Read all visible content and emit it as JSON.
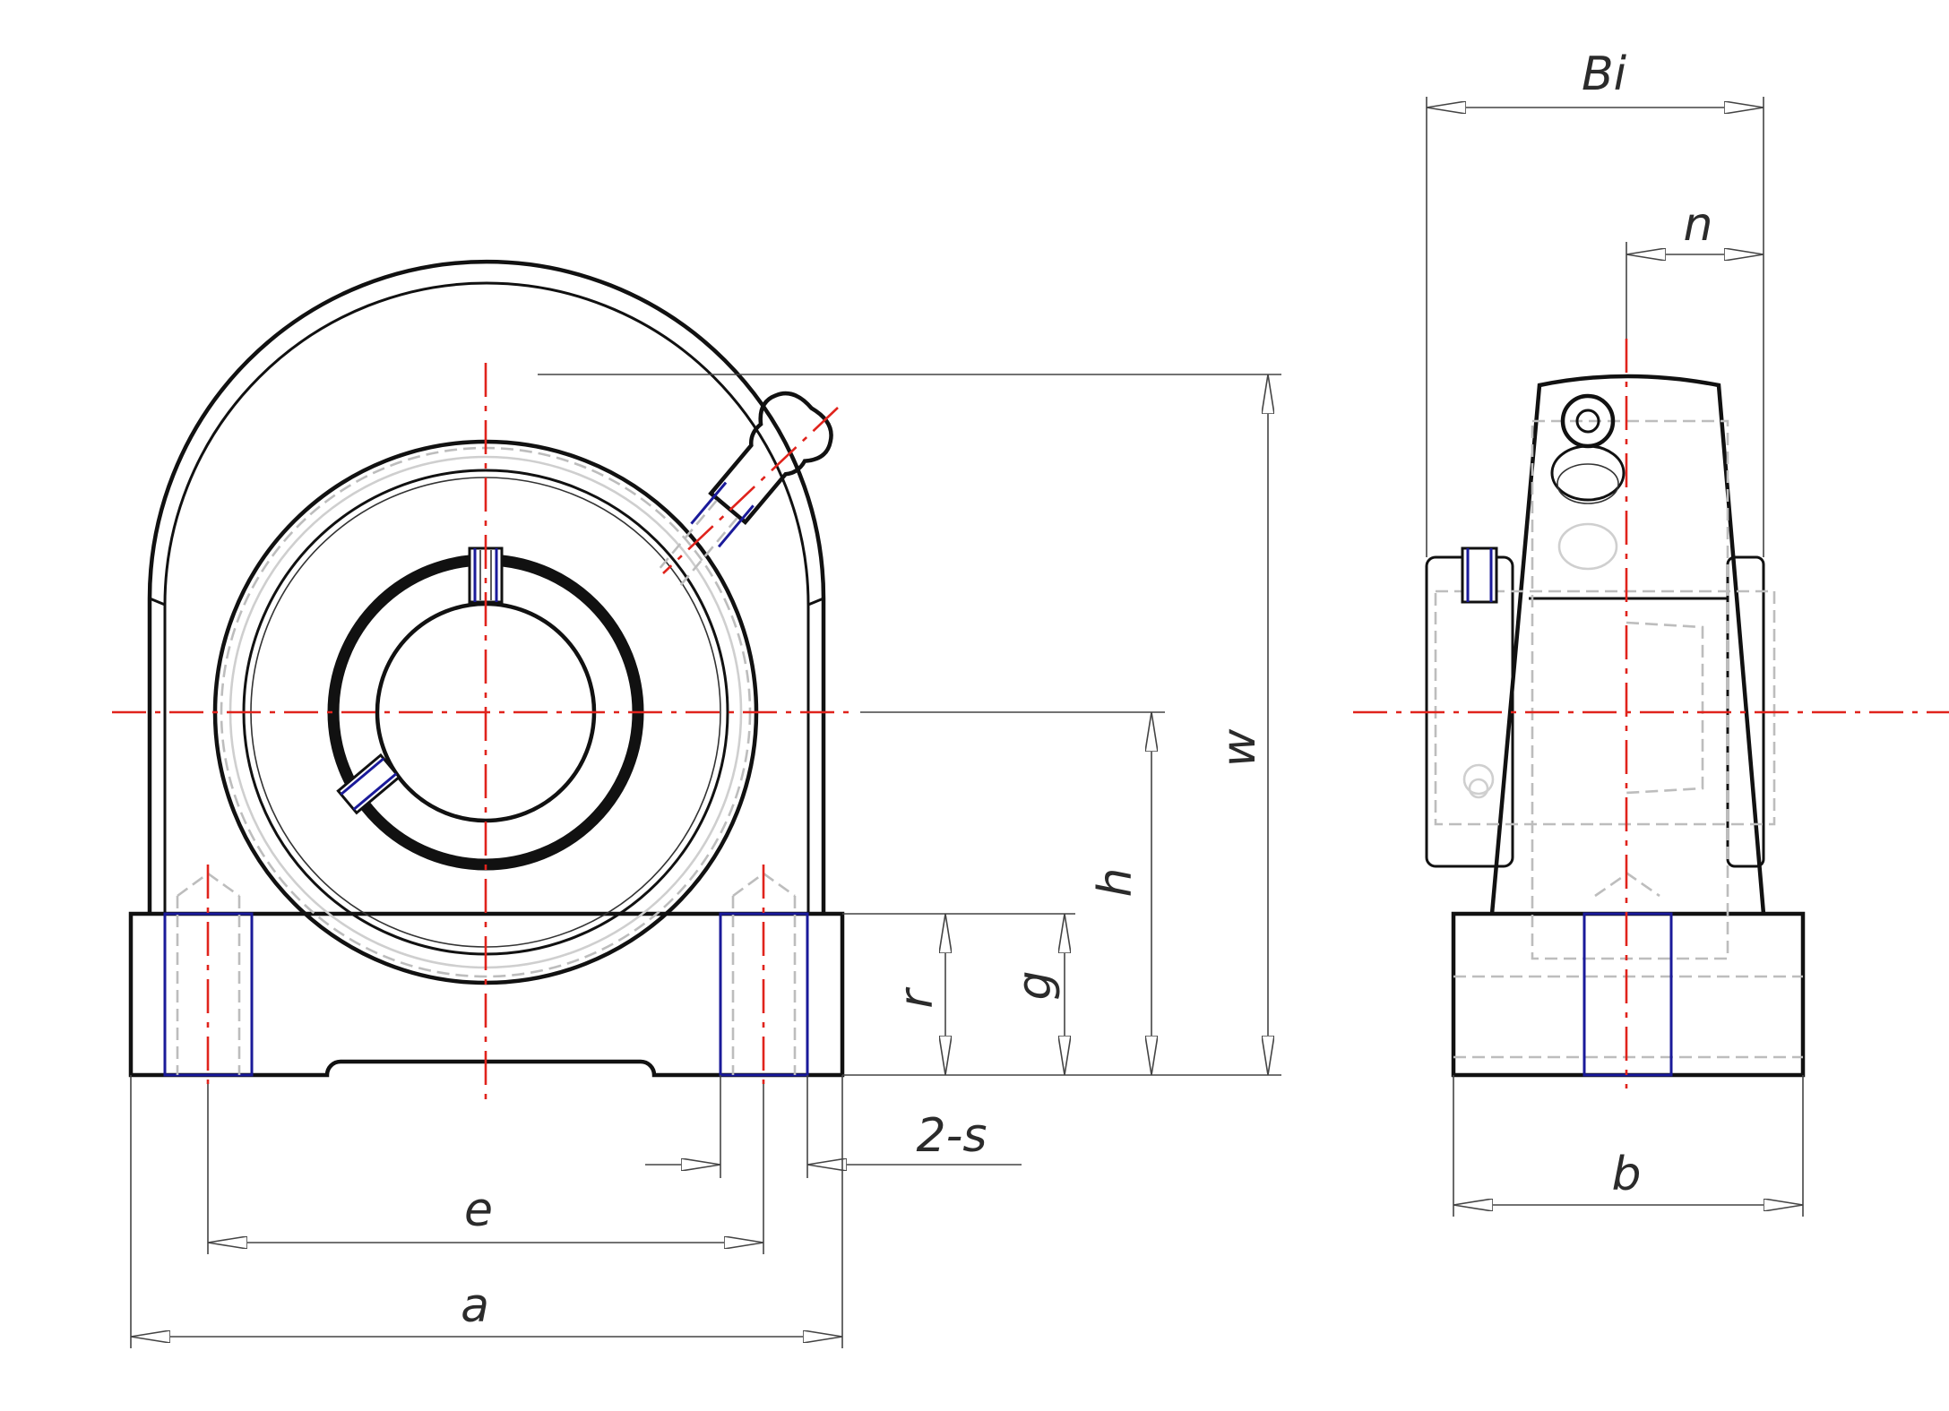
{
  "drawing": {
    "labels": {
      "w": "w",
      "h": "h",
      "r": "r",
      "g": "g",
      "e": "e",
      "a": "a",
      "s": "2-s",
      "bi": "Bi",
      "n": "n",
      "b": "b"
    },
    "colors": {
      "outline": "#111111",
      "hidden": "#bdbdbd",
      "centerline": "#e0231c",
      "thread": "#1a1a9a",
      "dimension": "#444444"
    }
  }
}
